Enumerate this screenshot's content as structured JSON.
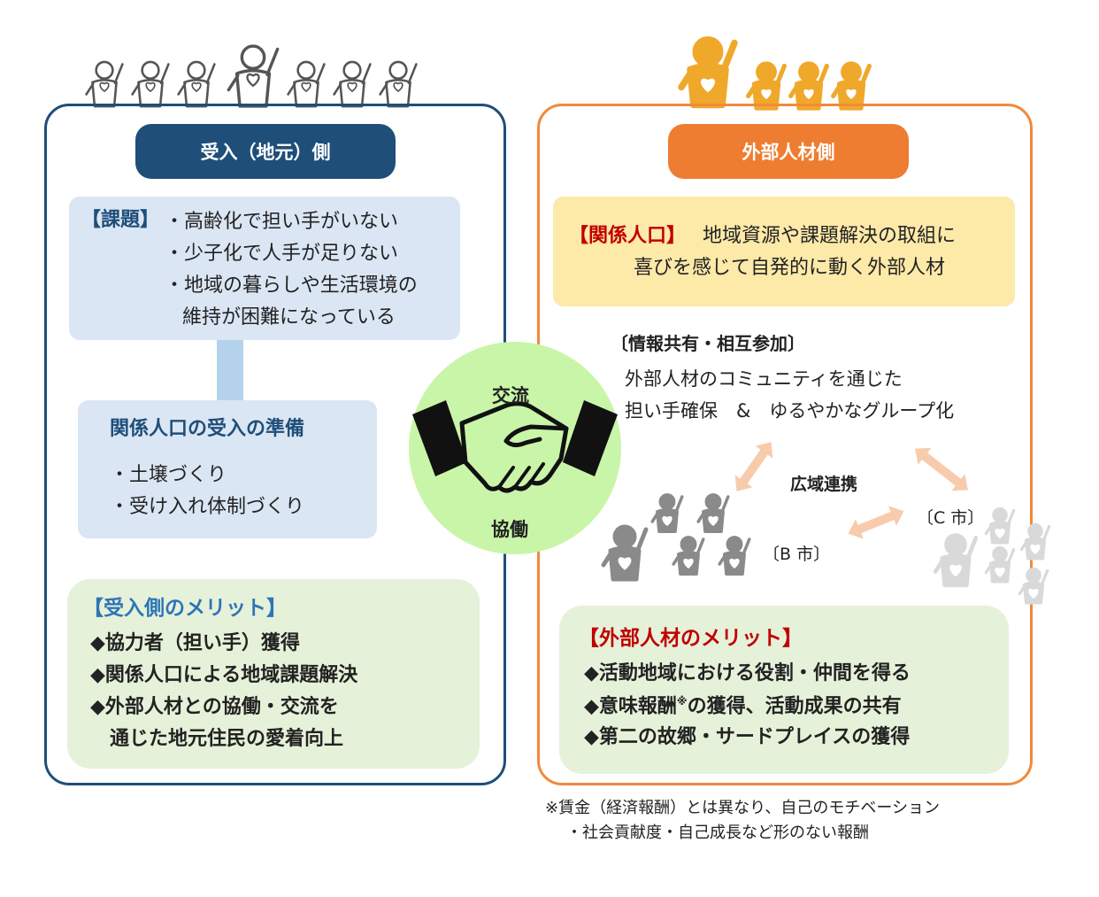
{
  "colors": {
    "local_navy": "#1f4e79",
    "external_orange": "#ee7d31",
    "pale_blue": "#dbe6f4",
    "pale_green": "#e6f1da",
    "pale_yellow": "#fde9a8",
    "circle_green": "#c9f5a8",
    "red_text": "#c00000",
    "blue_text": "#2e75b6",
    "arrow_peach": "#f8cbad"
  },
  "icons": {
    "people_left": "people-outline-icon",
    "people_right": "people-orange-icon",
    "city_people": "people-gray-icon",
    "handshake": "handshake-icon",
    "arrows": "double-arrow-icon"
  },
  "left": {
    "title": "受入（地元）側",
    "issue": {
      "label": "【課題】",
      "lines": [
        "・高齢化で担い手がいない",
        "・少子化で人手が足りない",
        "・地域の暮らしや生活環境の",
        "維持が困難になっている"
      ]
    },
    "prep": {
      "title": "関係人口の受入の準備",
      "lines": [
        "・土壌づくり",
        "・受け入れ体制づくり"
      ]
    },
    "merit": {
      "title": "【受入側のメリット】",
      "lines": [
        "◆協力者（担い手）獲得",
        "◆関係人口による地域課題解決",
        "◆外部人材との協働・交流を",
        "通じた地元住民の愛着向上"
      ]
    }
  },
  "center": {
    "top": "交流",
    "bottom": "協働"
  },
  "right": {
    "title": "外部人材側",
    "pop": {
      "label": "【関係人口】",
      "line1": "地域資源や課題解決の取組に",
      "line2": "喜びを感じて自発的に動く外部人材"
    },
    "share": {
      "title": "〔情報共有・相互参加〕",
      "line1": "外部人材のコミュニティを通じた",
      "line2": "担い手確保　&　ゆるやかなグループ化"
    },
    "wide": "広域連携",
    "city_b": "〔B 市〕",
    "city_c": "〔C 市〕",
    "merit": {
      "title": "【外部人材のメリット】",
      "line1": "◆活動地域における役割・仲間を得る",
      "line2a": "◆意味報酬",
      "line2sup": "※",
      "line2b": "の獲得、活動成果の共有",
      "line3": "◆第二の故郷・サードプレイスの獲得"
    }
  },
  "note": {
    "line1": "※賃金（経済報酬）とは異なり、自己のモチベーション",
    "line2": "・社会貢献度・自己成長など形のない報酬"
  }
}
